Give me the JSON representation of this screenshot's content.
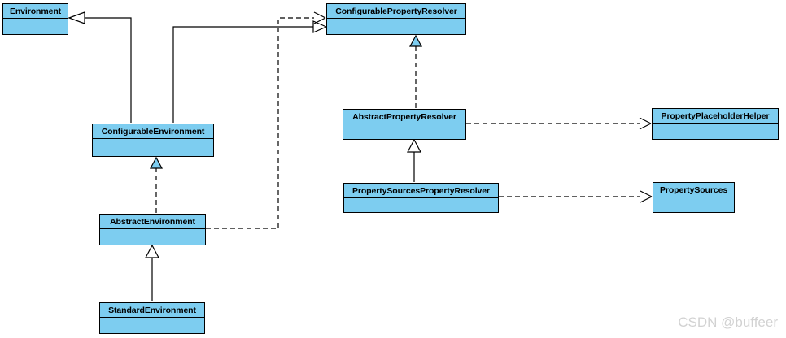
{
  "diagram": {
    "type": "uml-class-diagram",
    "classes": [
      {
        "name": "Environment"
      },
      {
        "name": "ConfigurablePropertyResolver"
      },
      {
        "name": "ConfigurableEnvironment"
      },
      {
        "name": "AbstractPropertyResolver"
      },
      {
        "name": "PropertyPlaceholderHelper"
      },
      {
        "name": "PropertySourcesPropertyResolver"
      },
      {
        "name": "PropertySources"
      },
      {
        "name": "AbstractEnvironment"
      },
      {
        "name": "StandardEnvironment"
      }
    ],
    "relations": [
      {
        "from": "ConfigurableEnvironment",
        "to": "Environment",
        "type": "generalization",
        "line": "solid",
        "arrowhead": "hollow-triangle"
      },
      {
        "from": "ConfigurableEnvironment",
        "to": "ConfigurablePropertyResolver",
        "type": "generalization",
        "line": "solid",
        "arrowhead": "hollow-triangle"
      },
      {
        "from": "AbstractEnvironment",
        "to": "ConfigurablePropertyResolver",
        "type": "dependency",
        "line": "dashed",
        "arrowhead": "open"
      },
      {
        "from": "AbstractEnvironment",
        "to": "ConfigurableEnvironment",
        "type": "realization",
        "line": "dashed",
        "arrowhead": "hollow-triangle"
      },
      {
        "from": "StandardEnvironment",
        "to": "AbstractEnvironment",
        "type": "generalization",
        "line": "solid",
        "arrowhead": "hollow-triangle"
      },
      {
        "from": "AbstractPropertyResolver",
        "to": "ConfigurablePropertyResolver",
        "type": "realization",
        "line": "dashed",
        "arrowhead": "hollow-triangle"
      },
      {
        "from": "AbstractPropertyResolver",
        "to": "PropertyPlaceholderHelper",
        "type": "dependency",
        "line": "dashed",
        "arrowhead": "open"
      },
      {
        "from": "PropertySourcesPropertyResolver",
        "to": "AbstractPropertyResolver",
        "type": "generalization",
        "line": "solid",
        "arrowhead": "hollow-triangle"
      },
      {
        "from": "PropertySourcesPropertyResolver",
        "to": "PropertySources",
        "type": "dependency",
        "line": "dashed",
        "arrowhead": "open"
      }
    ],
    "colors": {
      "node_fill": "#7DCDF0",
      "node_border": "#000000",
      "connector": "#000000",
      "background": "#FFFFFF"
    }
  },
  "watermark": {
    "text": "CSDN @buffeer",
    "color": "#D2D2D2"
  }
}
